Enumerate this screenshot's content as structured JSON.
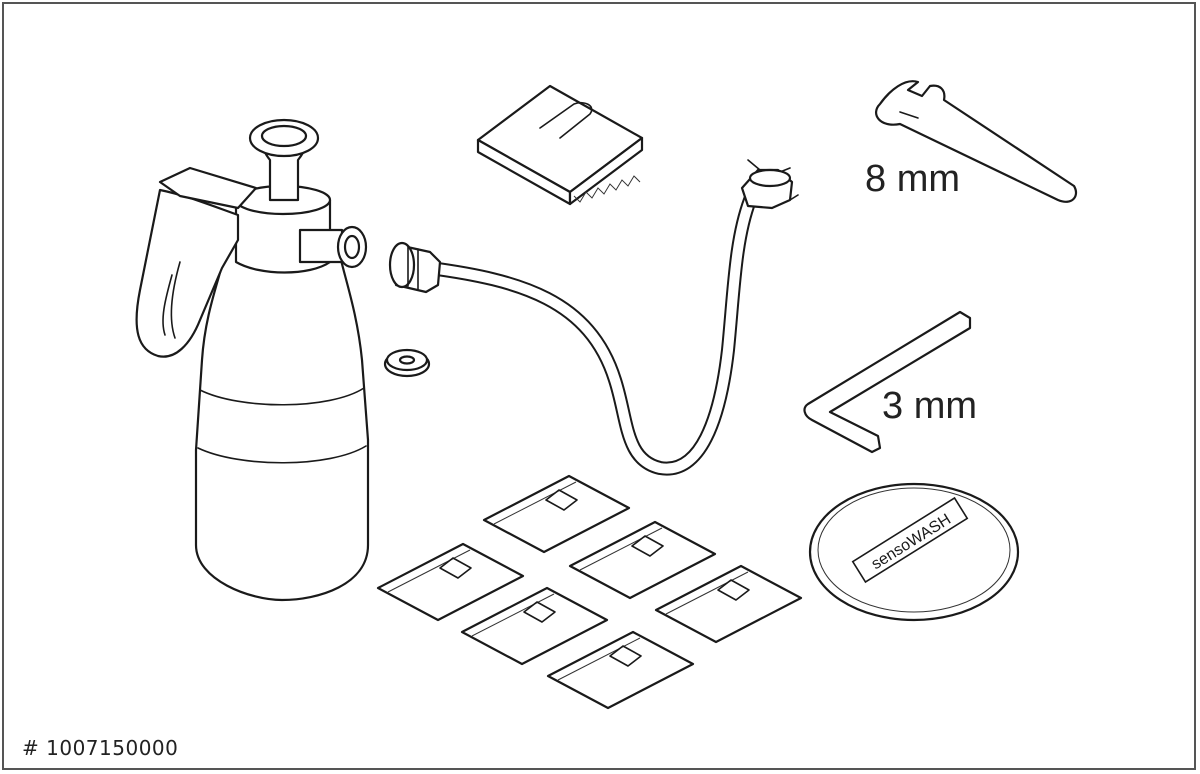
{
  "labels": {
    "wrench_size": "8 mm",
    "hex_key_size": "3 mm",
    "article_number": "# 1007150000",
    "disc_brand": "sensoWASH"
  },
  "items": [
    {
      "name": "pressure-sprayer-bottle"
    },
    {
      "name": "sprayer-hose"
    },
    {
      "name": "sealing-washer"
    },
    {
      "name": "spacer-shim"
    },
    {
      "name": "open-end-wrench"
    },
    {
      "name": "hex-key"
    },
    {
      "name": "cleaning-sachets",
      "count": 6
    },
    {
      "name": "sensowash-disc"
    }
  ]
}
